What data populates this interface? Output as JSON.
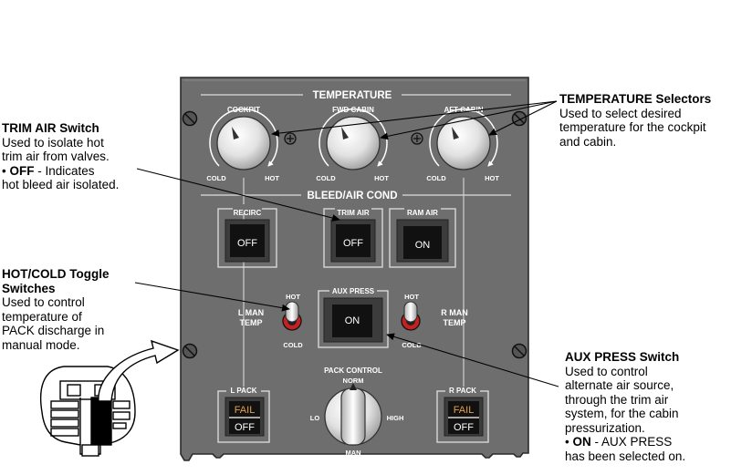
{
  "panel": {
    "temperature_header": "TEMPERATURE",
    "bleed_header": "BLEED/AIR COND",
    "knobs": [
      {
        "label": "COCKPIT",
        "cold": "COLD",
        "hot": "HOT"
      },
      {
        "label": "FWD CABIN",
        "cold": "COLD",
        "hot": "HOT"
      },
      {
        "label": "AFT CABIN",
        "cold": "COLD",
        "hot": "HOT"
      }
    ],
    "switches": {
      "recirc": {
        "label": "RECIRC",
        "state": "OFF"
      },
      "trim_air": {
        "label": "TRIM AIR",
        "state": "OFF"
      },
      "ram_air": {
        "label": "RAM AIR",
        "state": "ON"
      },
      "aux_press": {
        "label": "AUX PRESS",
        "state": "ON"
      }
    },
    "toggles": {
      "left": {
        "label_line1": "L MAN",
        "label_line2": "TEMP",
        "hot": "HOT",
        "cold": "COLD"
      },
      "right": {
        "label_line1": "R MAN",
        "label_line2": "TEMP",
        "hot": "HOT",
        "cold": "COLD"
      }
    },
    "packs": {
      "left": {
        "label": "L PACK",
        "fail": "FAIL",
        "state": "OFF"
      },
      "right": {
        "label": "R PACK",
        "fail": "FAIL",
        "state": "OFF"
      }
    },
    "pack_control": {
      "label": "PACK CONTROL",
      "norm": "NORM",
      "lo": "LO",
      "high": "HIGH",
      "man": "MAN"
    }
  },
  "callouts": {
    "trim_air": {
      "title": "TRIM AIR Switch",
      "lines": [
        "Used to isolate hot",
        "trim air from valves."
      ],
      "bullet_prefix": "• ",
      "bullet_bold": "OFF",
      "bullet_rest": " - Indicates",
      "last_line": "hot bleed air isolated."
    },
    "toggle": {
      "title_line1": "HOT/COLD Toggle",
      "title_line2": "Switches",
      "lines": [
        "Used to control",
        "temperature of",
        "PACK discharge in",
        "manual mode."
      ]
    },
    "temperature": {
      "title": "TEMPERATURE Selectors",
      "lines": [
        "Used to select desired",
        "temperature for the cockpit",
        "and cabin."
      ]
    },
    "aux_press": {
      "title": "AUX PRESS Switch",
      "lines": [
        "Used to control",
        "alternate air source,",
        "through the trim air",
        "system, for the cabin",
        "pressurization."
      ],
      "bullet_prefix": "• ",
      "bullet_bold": "ON",
      "bullet_rest": " - AUX PRESS",
      "last_line": "has been selected on."
    }
  },
  "colors": {
    "panel": "#6e6e6e",
    "button_face": "#111111",
    "label": "#ffffff",
    "fail": "#e8a040"
  }
}
